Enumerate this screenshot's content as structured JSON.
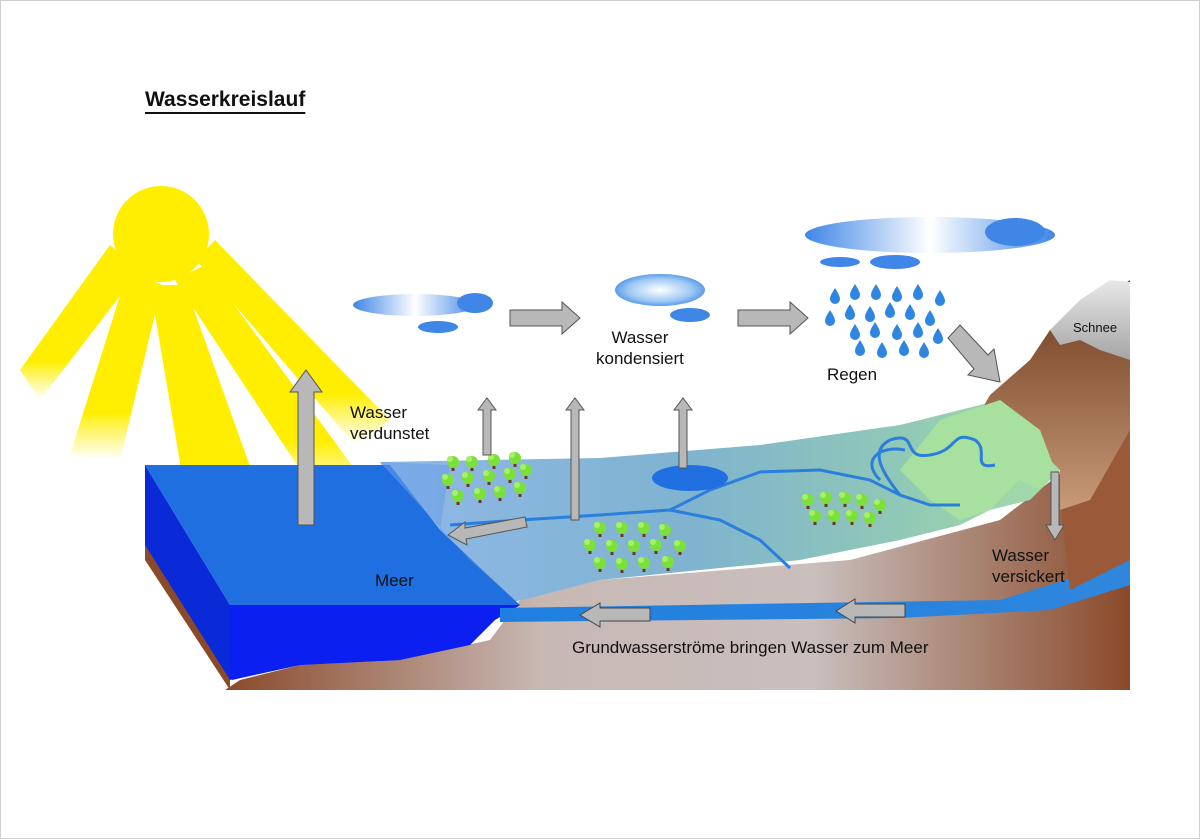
{
  "title": "Wasserkreislauf",
  "labels": {
    "verdunstet_1": "Wasser",
    "verdunstet_2": "verdunstet",
    "kondensiert_1": "Wasser",
    "kondensiert_2": "kondensiert",
    "regen": "Regen",
    "schnee": "Schnee",
    "meer": "Meer",
    "versickert_1": "Wasser",
    "versickert_2": "versickert",
    "grundwasser": "Grundwasserströme bringen Wasser zum Meer"
  },
  "colors": {
    "sun": "#ffee00",
    "sea_surface": "#1f6fe0",
    "sea_side": "#0a1ff0",
    "land": "#7fb6d8",
    "meadow": "#a8e0a0",
    "earth": "#9a6a4a",
    "groundwater": "#2a7fdc",
    "arrow": "#b8b8b8",
    "tree": "#7be03a"
  }
}
